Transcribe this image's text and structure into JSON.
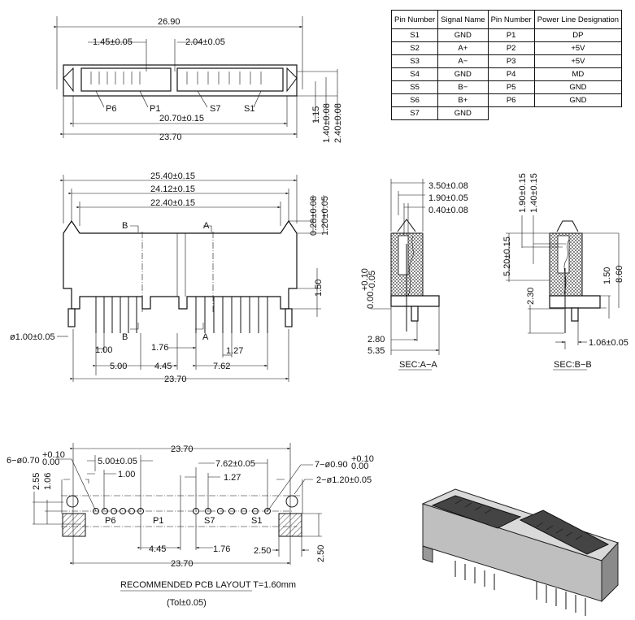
{
  "pin_table": {
    "headers": [
      "Pin Number",
      "Signal Name",
      "Pin Number",
      "Power Line Designation"
    ],
    "rows": [
      [
        "S1",
        "GND",
        "P1",
        "DP"
      ],
      [
        "S2",
        "A+",
        "P2",
        "+5V"
      ],
      [
        "S3",
        "A−",
        "P3",
        "+5V"
      ],
      [
        "S4",
        "GND",
        "P4",
        "MD"
      ],
      [
        "S5",
        "B−",
        "P5",
        "GND"
      ],
      [
        "S6",
        "B+",
        "P6",
        "GND"
      ],
      [
        "S7",
        "GND",
        "",
        ""
      ]
    ]
  },
  "top_view": {
    "overall": "26.90",
    "dim_left": "1.45±0.05",
    "dim_right": "2.04±0.05",
    "h1": "1.15",
    "h2": "1.40±0.08",
    "h3": "2.40±0.08",
    "pins": [
      "P6",
      "P1",
      "S7",
      "S1"
    ],
    "width_inner": "20.70±0.15",
    "width_outer": "23.70"
  },
  "front_view": {
    "w1": "25.40±0.15",
    "w2": "24.12±0.15",
    "w3": "22.40±0.15",
    "v1": "0.28±0.08",
    "v2": "1.20±0.05",
    "v3": "1.50",
    "sec_b": "B",
    "sec_a": "A",
    "post_dia": "ø1.00±0.05",
    "p1": "1.00",
    "p2": "1.76",
    "p3": "1.27",
    "p4": "5.00",
    "p5": "4.45",
    "p6": "7.62",
    "overall": "23.70"
  },
  "section_aa": {
    "d1": "3.50±0.08",
    "d2": "1.90±0.05",
    "d3": "0.40±0.08",
    "v": "0.00",
    "v_plus": "+0.10",
    "v_minus": "-0.05",
    "d4": "2.80",
    "d5": "5.35",
    "title": "SEC:A−A"
  },
  "section_bb": {
    "v1": "1.90±0.15",
    "v2": "1.40±0.15",
    "v3": "5.20±0.15",
    "v4": "2.30",
    "v5": "1.50",
    "v6": "8.60",
    "d1": "1.06±0.05",
    "title": "SEC:B−B"
  },
  "pcb_layout": {
    "overall_top": "23.70",
    "overall_bottom": "23.70",
    "holes_small": "6−ø0.70",
    "holes_small_plus": "+0.10",
    "holes_small_minus": "0.00",
    "holes_mid": "7−ø0.90",
    "holes_mid_plus": "+0.10",
    "holes_mid_minus": "0.00",
    "holes_big": "2−ø1.20±0.05",
    "d_500": "5.00±0.05",
    "d_100": "1.00",
    "d_762": "7.62±0.05",
    "d_127": "1.27",
    "v_255": "2.55",
    "v_106": "1.06",
    "pins": [
      "P6",
      "P1",
      "S7",
      "S1"
    ],
    "d_445": "4.45",
    "d_176": "1.76",
    "pad_w": "2.50",
    "pad_h": "2.50",
    "title": "RECOMMENDED PCB LAYOUT T=1.60mm",
    "tolerance": "(Tol±0.05)"
  }
}
